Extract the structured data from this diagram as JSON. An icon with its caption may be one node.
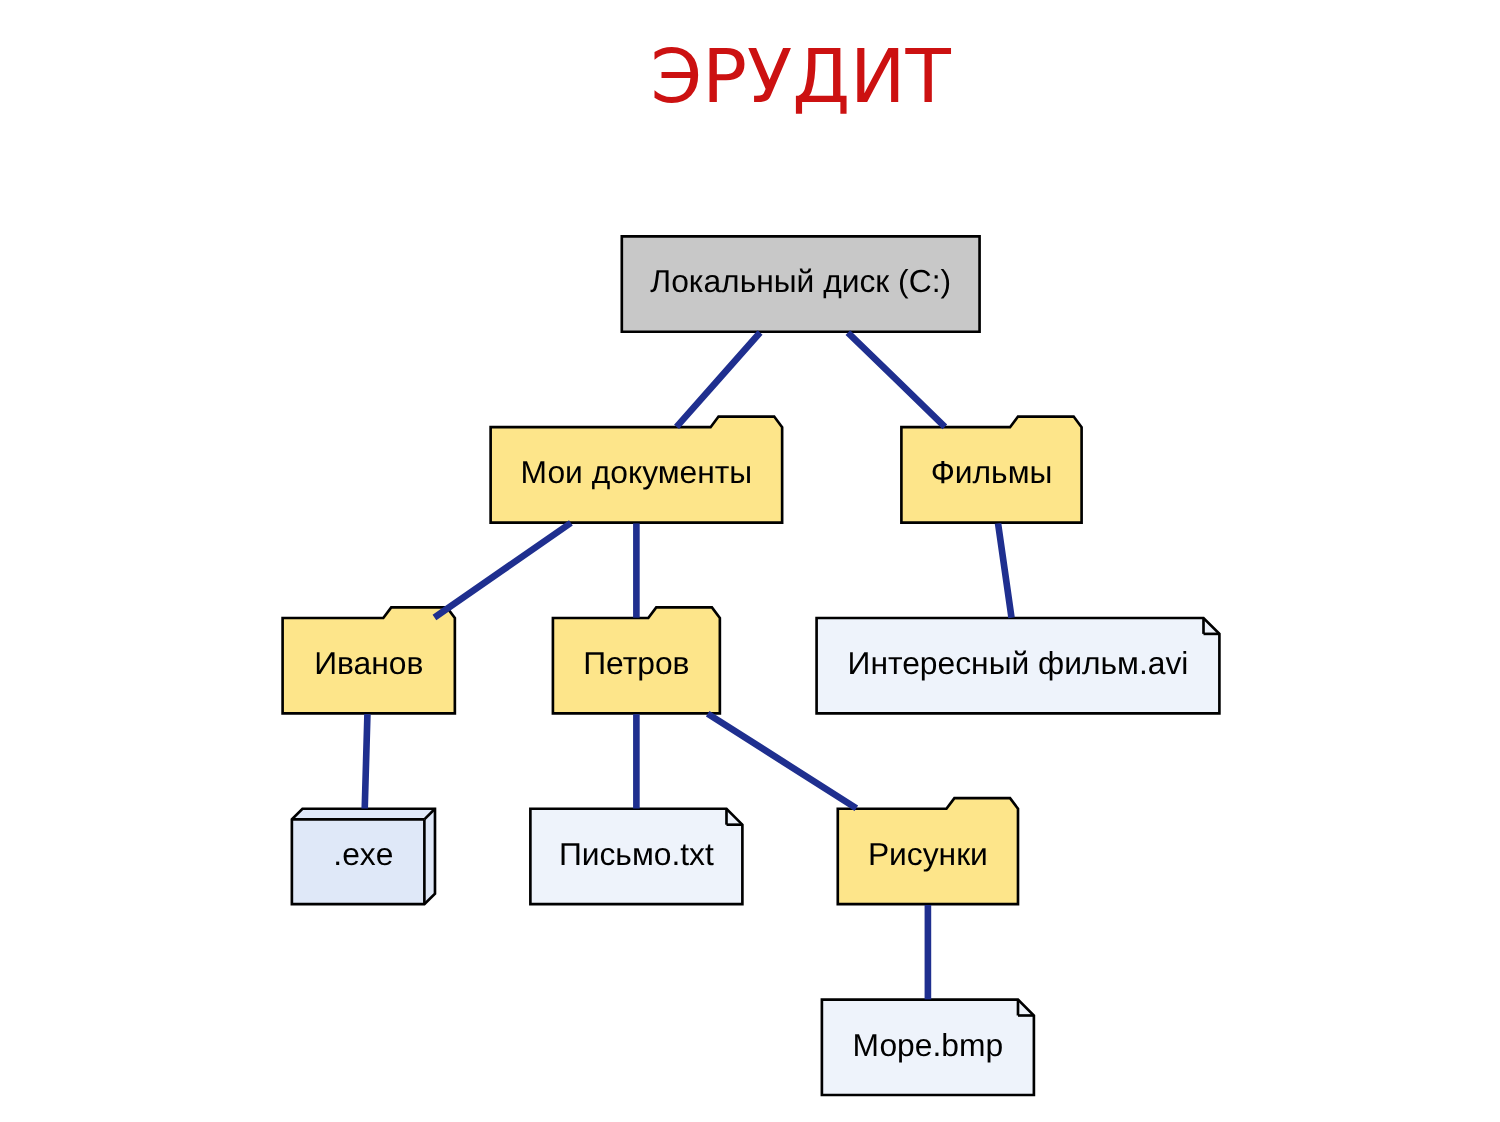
{
  "diagram": {
    "nodes": [
      {
        "text": [
          "Локальный диск (C:)"
        ]
      },
      {
        "text": [
          "Мои документы"
        ]
      },
      {
        "text": [
          "Фильмы"
        ]
      },
      {
        "text": [
          "Иванов"
        ]
      },
      {
        "text": [
          "Петров"
        ]
      },
      {
        "text": [
          ".exe"
        ]
      },
      {
        "text": [
          "Письмо.txt"
        ]
      },
      {
        "text": [
          "Рисунки"
        ]
      },
      {
        "text": [
          "Море.bmp"
        ]
      },
      {
        "text": [
          "Интересный фильм.avi"
        ]
      }
    ],
    "edges": [
      {
        "from": 0,
        "to": 1,
        "arrow": "none"
      },
      {
        "from": 0,
        "to": 2,
        "arrow": "none"
      },
      {
        "from": 1,
        "to": 3,
        "arrow": "none"
      },
      {
        "from": 1,
        "to": 4,
        "arrow": "none"
      },
      {
        "from": 3,
        "to": 5,
        "arrow": "none"
      },
      {
        "from": 4,
        "to": 6,
        "arrow": "none"
      },
      {
        "from": 4,
        "to": 7,
        "arrow": "none"
      },
      {
        "from": 7,
        "to": 8,
        "arrow": "none"
      },
      {
        "from": 2,
        "to": 9,
        "arrow": "none"
      }
    ],
    "labels": [
      "ЭРУДИТ"
    ]
  }
}
